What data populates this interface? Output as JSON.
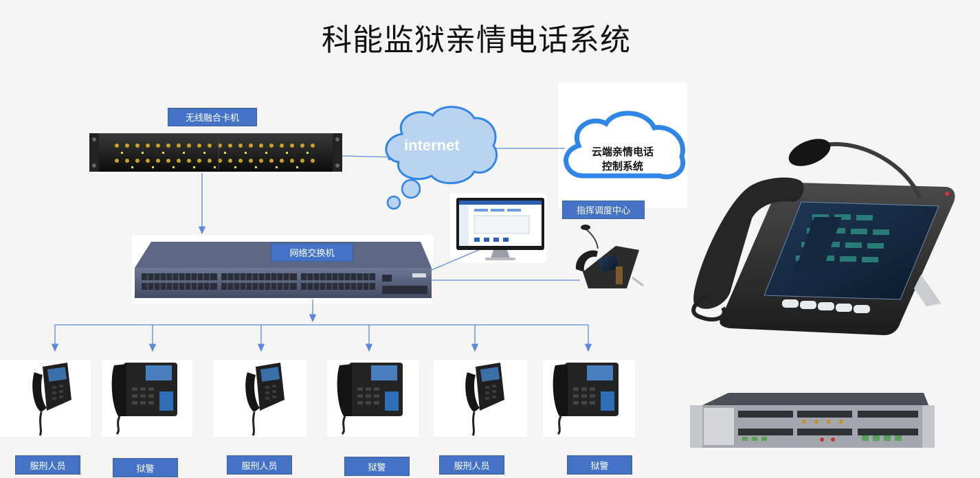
{
  "title": "科能监狱亲情电话系统",
  "labels": {
    "wireless_card": "无线融合卡机",
    "switch": "网络交换机",
    "dispatch": "指挥调度中心"
  },
  "clouds": {
    "internet": "internet",
    "cloud_line1": "云端亲情电话",
    "cloud_line2": "控制系统"
  },
  "endpoints": [
    {
      "label": "服刑人员"
    },
    {
      "label": "狱警"
    },
    {
      "label": "服刑人员"
    },
    {
      "label": "狱警"
    },
    {
      "label": "服刑人员"
    },
    {
      "label": "狱警"
    }
  ],
  "colors": {
    "label_bg": "#4472c4",
    "line": "#5b8bd8",
    "cloud_fill": "#b9d3f0",
    "cloud_stroke": "#2f86e6"
  }
}
